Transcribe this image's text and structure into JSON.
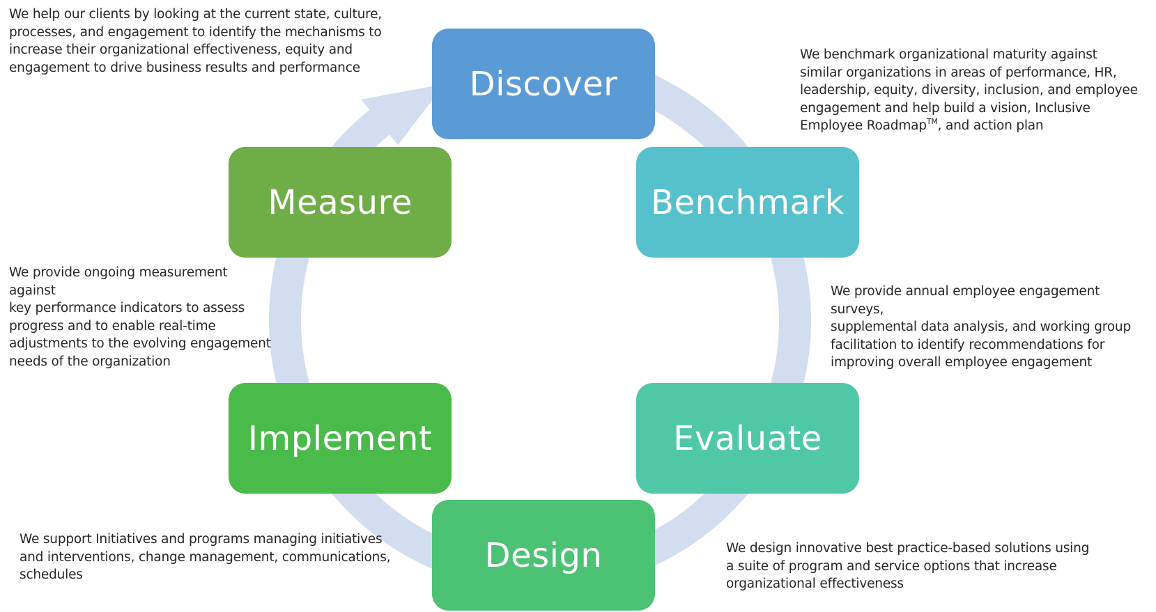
{
  "diagram": {
    "type": "cycle",
    "ring_color": "#d2ddef",
    "stages": [
      {
        "id": "discover",
        "label": "Discover",
        "color": "#5b9bd5",
        "description": "We help our clients by looking at the current state, culture,\nprocesses, and engagement to identify the mechanisms to\nincrease their organizational effectiveness, equity and\nengagement to drive business results and performance"
      },
      {
        "id": "benchmark",
        "label": "Benchmark",
        "color": "#56c1cd",
        "description_before_tm": "We benchmark organizational maturity against\nsimilar organizations in areas of performance, HR,\nleadership, equity, diversity, inclusion, and employee\nengagement and help build a vision, Inclusive\nEmployee Roadmap",
        "trademark": "TM",
        "description_after_tm": ", and action plan"
      },
      {
        "id": "evaluate",
        "label": "Evaluate",
        "color": "#50c8a8",
        "description": "We provide annual employee engagement surveys,\nsupplemental data analysis, and working group\nfacilitation to identify recommendations for\nimproving overall employee engagement"
      },
      {
        "id": "design",
        "label": "Design",
        "color": "#4cc274",
        "description": "We design innovative best practice-based solutions using\na suite of program and service options that increase\norganizational effectiveness"
      },
      {
        "id": "implement",
        "label": "Implement",
        "color": "#4aba4a",
        "description": "We support Initiatives and programs managing initiatives\nand interventions, change management, communications,\nschedules"
      },
      {
        "id": "measure",
        "label": "Measure",
        "color": "#70ad47",
        "description": "We provide ongoing measurement against\nkey performance indicators to assess\nprogress and to enable real-time\nadjustments to the evolving engagement\nneeds of the organization"
      }
    ]
  }
}
